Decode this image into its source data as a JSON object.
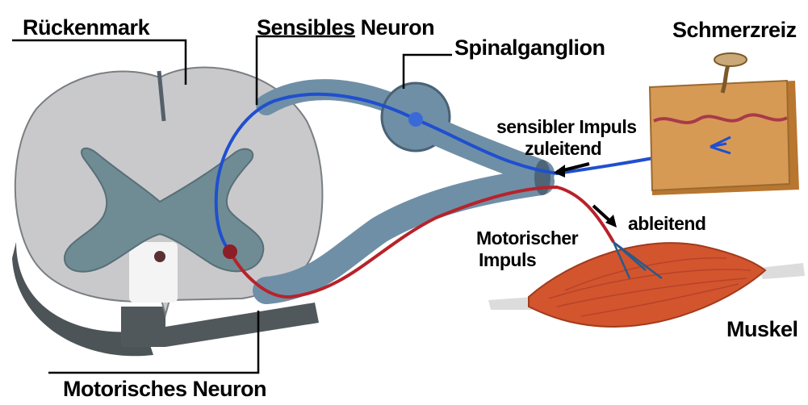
{
  "labels": {
    "spinal_cord": "Rückenmark",
    "sensory_neuron": "Sensibles Neuron",
    "spinal_ganglion": "Spinalganglion",
    "pain_stimulus": "Schmerzreiz",
    "sensory_impulse_line1": "sensibler Impuls",
    "sensory_impulse_line2": "zuleitend",
    "efferent": "ableitend",
    "motor_impulse_line1": "Motorischer",
    "motor_impulse_line2": "Impuls",
    "muscle": "Muskel",
    "motor_neuron": "Motorisches Neuron"
  },
  "colors": {
    "white_matter": "#c9c9cc",
    "grey_matter": "#6f8c94",
    "cord_shadow": "#5a6266",
    "nerve": "#6f8fa6",
    "sensory_fiber": "#1f4fd0",
    "motor_fiber": "#b8222a",
    "skin": "#d79a55",
    "muscle": "#d2552e",
    "tendon": "#dcdcdc"
  }
}
